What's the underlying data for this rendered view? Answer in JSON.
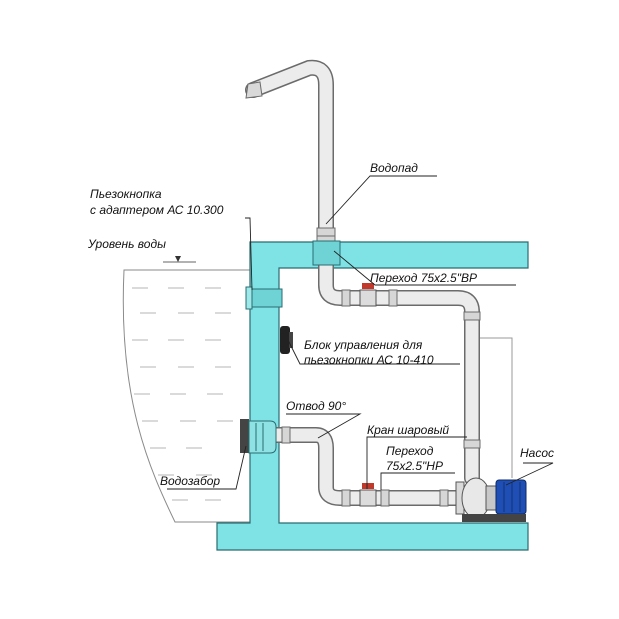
{
  "labels": {
    "waterfall": "Водопад",
    "piezo_button": "Пьезокнопка",
    "piezo_adapter": "с адаптером АС 10.300",
    "water_level": "Уровень воды",
    "adapter_top": "Переход 75x2.5\"ВР",
    "control_unit_1": "Блок управления для",
    "control_unit_2": "пьезокнопки АС 10-410",
    "elbow": "Отвод 90°",
    "ball_valve": "Кран шаровый",
    "adapter_bottom_1": "Переход",
    "adapter_bottom_2": "75x2.5\"НР",
    "pump": "Насос",
    "intake": "Водозабор"
  },
  "colors": {
    "wall": "#7fe3e6",
    "wall_stroke": "#2a6c70",
    "pipe": "#ececec",
    "pipe_stroke": "#6b6b6b",
    "valve": "#c0392b",
    "pump_motor": "#1f4fb5",
    "water_line": "#9a9a9a"
  },
  "icons": [
    "waterfall-nozzle",
    "piezo-button-icon",
    "control-unit-icon",
    "ball-valve-icon",
    "pump-icon",
    "water-intake-icon"
  ]
}
